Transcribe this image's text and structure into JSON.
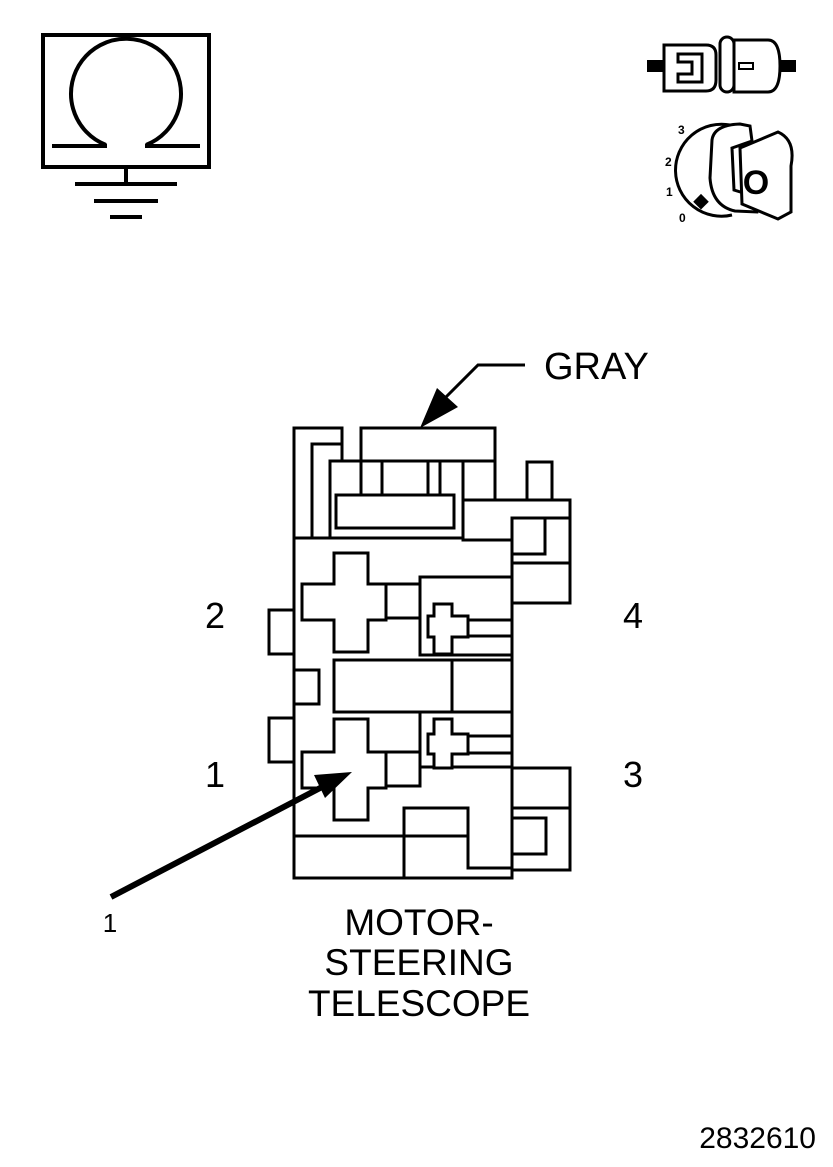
{
  "callout_color_label": "GRAY",
  "pins": {
    "p2": "2",
    "p4": "4",
    "p1": "1",
    "p3": "3"
  },
  "leader_label": "1",
  "title": {
    "line1": "MOTOR-",
    "line2": "STEERING",
    "line3": "TELESCOPE"
  },
  "key_icon": {
    "positions": [
      "3",
      "2",
      "1",
      "0"
    ],
    "key_letter": "O"
  },
  "figure_number": "2832610",
  "icons": {
    "ohmmeter": "ohmmeter-ground-icon",
    "connector": "disconnected-connector-icon",
    "ignition": "ignition-key-off-icon"
  }
}
